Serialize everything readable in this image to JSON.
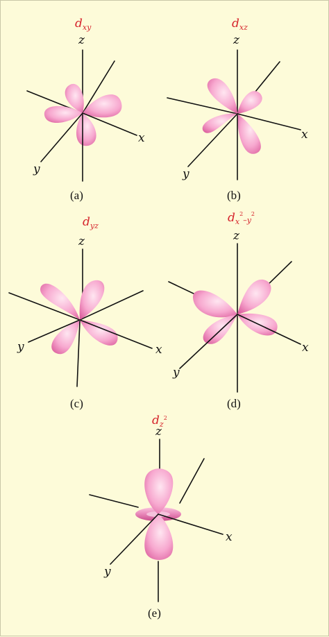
{
  "colors": {
    "background": "#fdfbd9",
    "lobe_light": "#ffe6f1",
    "lobe_mid": "#f7a8cf",
    "lobe_dark": "#db5d9c",
    "title": "#d6262e",
    "axis": "#111111"
  },
  "axes": {
    "x": "x",
    "y": "y",
    "z": "z"
  },
  "orbitals": [
    {
      "id": "a",
      "base": "d",
      "sub": "xy",
      "sup_parts": [],
      "panel_label": "(a)"
    },
    {
      "id": "b",
      "base": "d",
      "sub": "xz",
      "sup_parts": [],
      "panel_label": "(b)"
    },
    {
      "id": "c",
      "base": "d",
      "sub": "yz",
      "sup_parts": [],
      "panel_label": "(c)"
    },
    {
      "id": "d",
      "base": "d",
      "sub": "x",
      "sup_parts": [
        "2",
        "–y",
        "2"
      ],
      "panel_label": "(d)"
    },
    {
      "id": "e",
      "base": "d",
      "sub": "z",
      "sup_parts": [
        "2"
      ],
      "panel_label": "(e)"
    }
  ]
}
